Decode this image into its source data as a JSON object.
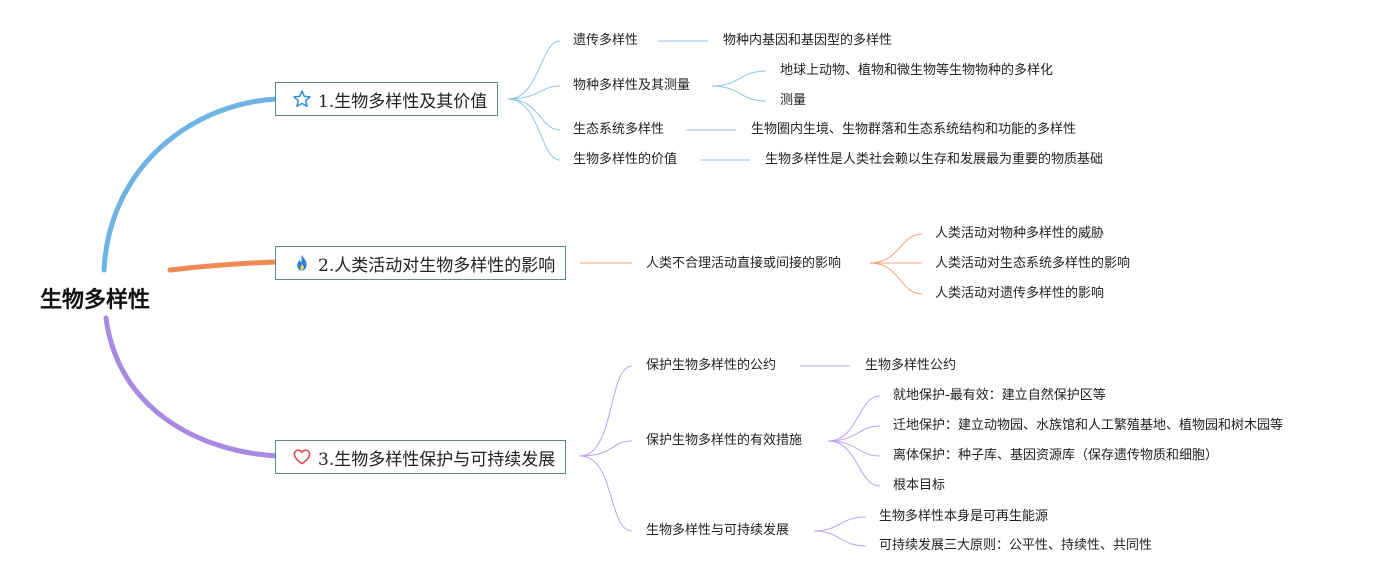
{
  "root": "生物多样性",
  "colors": {
    "blue": "#6db3e3",
    "orange": "#f08a55",
    "purple": "#a98ae0",
    "border": "#5f8a8a"
  },
  "branches": [
    {
      "icon": "star-icon",
      "label": "1.生物多样性及其价值",
      "children": [
        {
          "label": "遗传多样性",
          "leaves": [
            "物种内基因和基因型的多样性"
          ]
        },
        {
          "label": "物种多样性及其测量",
          "leaves": [
            "地球上动物、植物和微生物等生物物种的多样化",
            "测量"
          ]
        },
        {
          "label": "生态系统多样性",
          "leaves": [
            "生物圈内生境、生物群落和生态系统结构和功能的多样性"
          ]
        },
        {
          "label": "生物多样性的价值",
          "leaves": [
            "生物多样性是人类社会赖以生存和发展最为重要的物质基础"
          ]
        }
      ]
    },
    {
      "icon": "fire-icon",
      "label": "2.人类活动对生物多样性的影响",
      "children": [
        {
          "label": "人类不合理活动直接或间接的影响",
          "leaves": [
            "人类活动对物种多样性的威胁",
            "人类活动对生态系统多样性的影响",
            "人类活动对遗传多样性的影响"
          ]
        }
      ]
    },
    {
      "icon": "heart-icon",
      "label": "3.生物多样性保护与可持续发展",
      "children": [
        {
          "label": "保护生物多样性的公约",
          "leaves": [
            "生物多样性公约"
          ]
        },
        {
          "label": "保护生物多样性的有效措施",
          "leaves": [
            "就地保护-最有效：建立自然保护区等",
            "迁地保护：建立动物园、水族馆和人工繁殖基地、植物园和树木园等",
            "离体保护：种子库、基因资源库（保存遗传物质和细胞）",
            "根本目标"
          ]
        },
        {
          "label": "生物多样性与可持续发展",
          "leaves": [
            "生物多样性本身是可再生能源",
            "可持续发展三大原则：公平性、持续性、共同性"
          ]
        }
      ]
    }
  ]
}
